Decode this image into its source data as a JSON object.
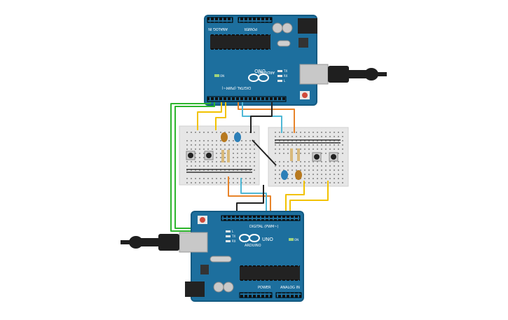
{
  "boards": {
    "top": {
      "brand": "ARDUINO",
      "model": "UNO",
      "digital_label": "DIGITAL (PWM~)",
      "power_label": "POWER",
      "analog_label": "ANALOG IN",
      "on_label": "ON",
      "tx_label": "TX",
      "rx_label": "RX",
      "l_label": "L"
    },
    "bottom": {
      "brand": "ARDUINO",
      "model": "UNO",
      "digital_label": "DIGITAL (PWM~)",
      "power_label": "POWER",
      "analog_label": "ANALOG IN",
      "on_label": "ON",
      "tx_label": "TX",
      "rx_label": "RX",
      "l_label": "L"
    }
  },
  "colors": {
    "board_blue": "#1d6f9e",
    "board_edge": "#135a82",
    "breadboard": "#e6e6e6",
    "wire_green": "#2db52d",
    "wire_yellow": "#f2c200",
    "wire_orange": "#e8842a",
    "wire_cyan": "#4fb8d6",
    "wire_black": "#222222",
    "led_blue": "#2c7fb8",
    "led_amber": "#b7791f",
    "usb_grey": "#c8c8c8"
  },
  "icons": {
    "arduino_logo": "infinity-logo",
    "usb_cable": "usb-cable-icon",
    "power_jack": "dc-jack-icon",
    "reset_button": "reset-button-icon"
  }
}
